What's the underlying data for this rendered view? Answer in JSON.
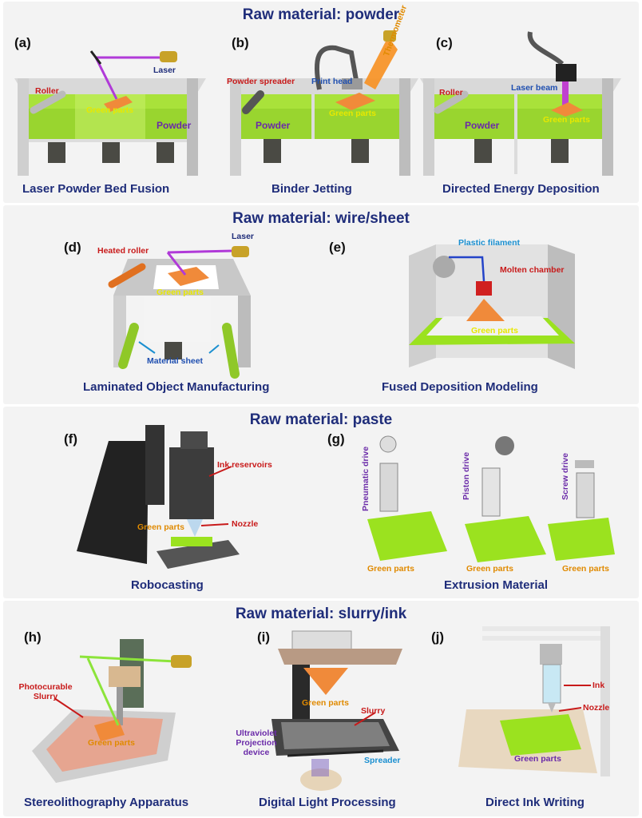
{
  "sections": [
    {
      "title": "Raw material: powder"
    },
    {
      "title": "Raw material: wire/sheet"
    },
    {
      "title": "Raw material: paste"
    },
    {
      "title": "Raw material: slurry/ink"
    }
  ],
  "panels": {
    "a": {
      "letter": "(a)",
      "caption": "Laser Powder Bed Fusion",
      "labels": {
        "roller": "Roller",
        "laser": "Laser",
        "green": "Green parts",
        "powder": "Powder"
      }
    },
    "b": {
      "letter": "(b)",
      "caption": "Binder Jetting",
      "labels": {
        "spreader": "Powder spreader",
        "head": "Print head",
        "thermo": "Thermometer",
        "powder": "Powder",
        "green": "Green parts"
      }
    },
    "c": {
      "letter": "(c)",
      "caption": "Directed Energy Deposition",
      "labels": {
        "roller": "Roller",
        "beam": "Laser beam",
        "powder": "Powder",
        "green": "Green parts"
      }
    },
    "d": {
      "letter": "(d)",
      "caption": "Laminated Object Manufacturing",
      "labels": {
        "roller": "Heated roller",
        "laser": "Laser",
        "green": "Green parts",
        "sheet": "Material sheet"
      }
    },
    "e": {
      "letter": "(e)",
      "caption": "Fused Deposition Modeling",
      "labels": {
        "filament": "Plastic filament",
        "chamber": "Molten chamber",
        "green": "Green parts"
      }
    },
    "f": {
      "letter": "(f)",
      "caption": "Robocasting",
      "labels": {
        "ink": "Ink reservoirs",
        "green": "Green parts",
        "nozzle": "Nozzle"
      }
    },
    "g": {
      "letter": "(g)",
      "caption": "Extrusion Material",
      "labels": {
        "pneumatic": "Pneumatic drive",
        "piston": "Piston drive",
        "screw": "Screw drive",
        "green1": "Green parts",
        "green2": "Green parts",
        "green3": "Green parts"
      }
    },
    "h": {
      "letter": "(h)",
      "caption": "Stereolithography Apparatus",
      "labels": {
        "slurry": "Photocurable Slurry",
        "green": "Green parts"
      }
    },
    "i": {
      "letter": "(i)",
      "caption": "Digital Light Processing",
      "labels": {
        "green": "Green parts",
        "slurry": "Slurry",
        "uv": "Ultraviolet Projection device",
        "spreader": "Spreader"
      }
    },
    "j": {
      "letter": "(j)",
      "caption": "Direct Ink Writing",
      "labels": {
        "ink": "Ink",
        "nozzle": "Nozzle",
        "green": "Green parts"
      }
    }
  },
  "colors": {
    "title": "#1f2d7a",
    "label_red": "#c81a1a",
    "label_blue": "#1f4fb0",
    "green_powder": "#9be21f",
    "part_orange": "#f08a3a",
    "laser_purple": "#b03ad8"
  }
}
